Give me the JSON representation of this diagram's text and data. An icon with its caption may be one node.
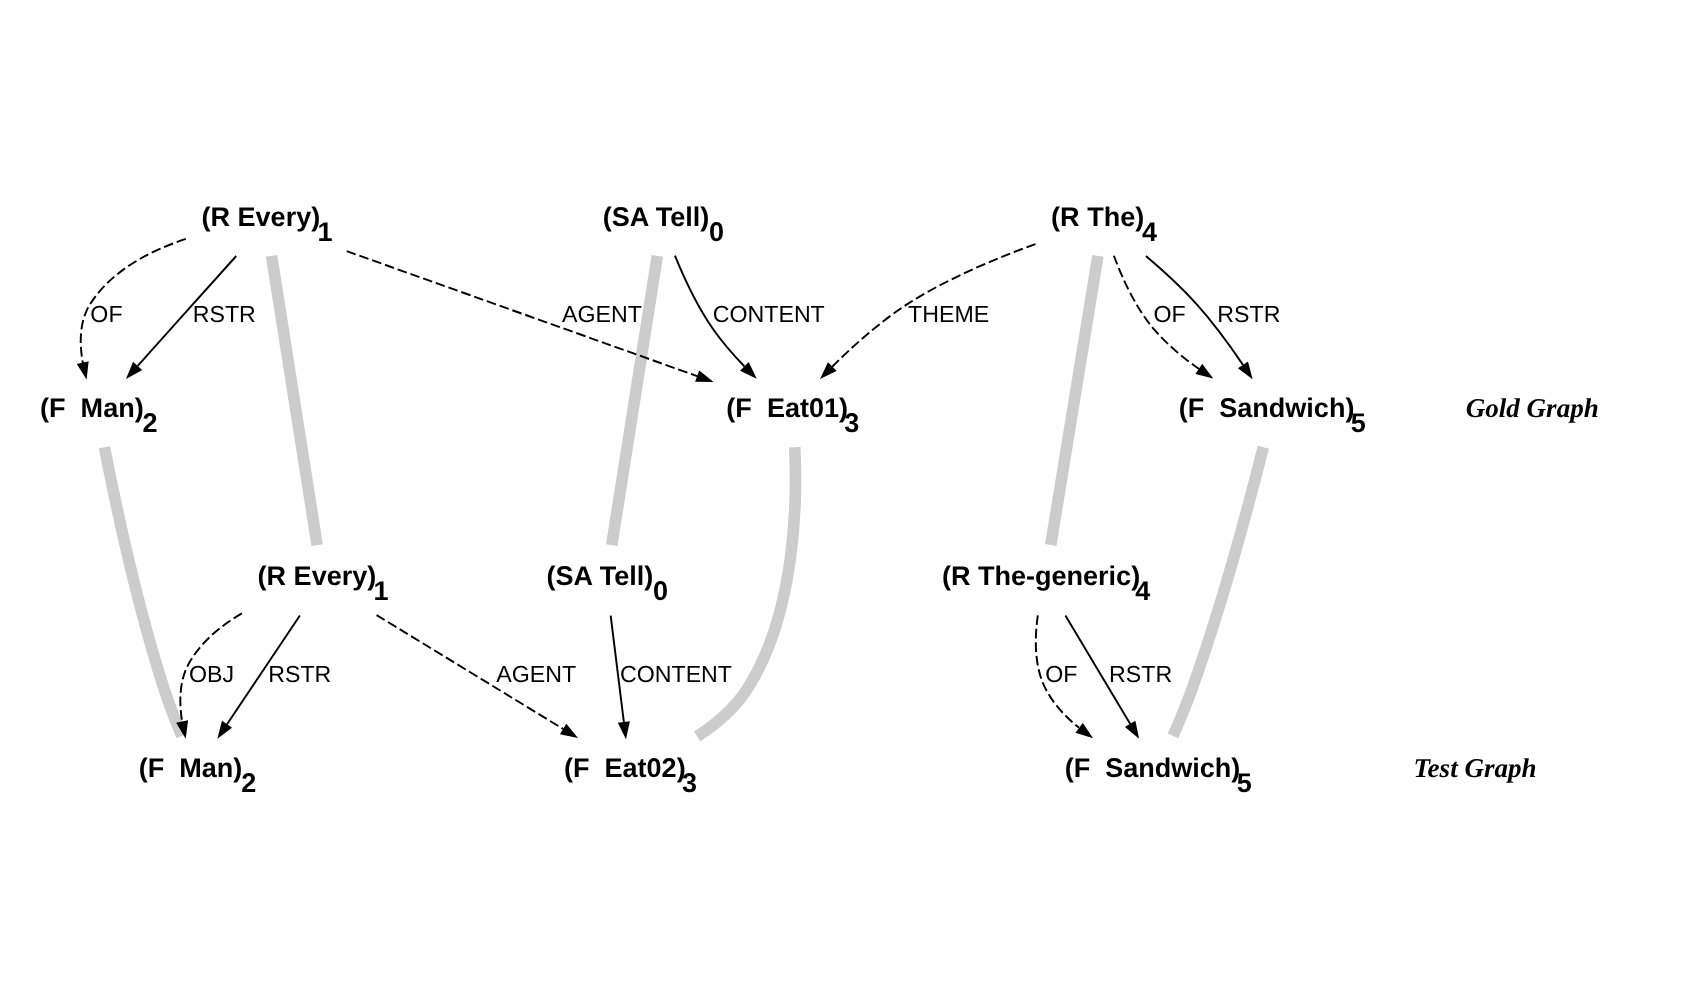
{
  "diagram": {
    "nodes": [
      {
        "text": [
          "(SA Tell)$_{0}$"
        ]
      },
      {
        "text": [
          "(R Every)$_{1}$"
        ]
      },
      {
        "text": [
          "(F  Man)$_{2}$"
        ]
      },
      {
        "text": [
          "(F  Eat01)$_{3}$"
        ]
      },
      {
        "text": [
          "(R The)$_{4}$"
        ]
      },
      {
        "text": [
          "(F  Sandwich)$_{5}$"
        ]
      },
      {
        "text": [
          "(SA Tell)$_{0}$"
        ]
      },
      {
        "text": [
          "(R Every)$_{1}$"
        ]
      },
      {
        "text": [
          "(F  Man)$_{2}$"
        ]
      },
      {
        "text": [
          "(F  Eat02)$_{3}$"
        ]
      },
      {
        "text": [
          "(R The-generic)$_{4}$"
        ]
      },
      {
        "text": [
          "(F  Sandwich)$_{5}$"
        ]
      }
    ],
    "edges": [
      {
        "from": 1,
        "to": 2,
        "arrow": "to",
        "label": "OF",
        "style": "dashed"
      },
      {
        "from": 1,
        "to": 2,
        "arrow": "to",
        "label": "RSTR"
      },
      {
        "from": 1,
        "to": 3,
        "arrow": "to",
        "label": "AGENT",
        "style": "dashed"
      },
      {
        "from": 0,
        "to": 3,
        "arrow": "to",
        "label": "CONTENT"
      },
      {
        "from": 4,
        "to": 3,
        "arrow": "to",
        "label": "THEME",
        "style": "dashed"
      },
      {
        "from": 4,
        "to": 5,
        "arrow": "to",
        "label": "OF",
        "style": "dashed"
      },
      {
        "from": 4,
        "to": 5,
        "arrow": "to",
        "label": "RSTR"
      },
      {
        "from": 7,
        "to": 8,
        "arrow": "to",
        "label": "OBJ",
        "style": "dashed"
      },
      {
        "from": 7,
        "to": 8,
        "arrow": "to",
        "label": "RSTR"
      },
      {
        "from": 7,
        "to": 9,
        "arrow": "to",
        "label": "AGENT",
        "style": "dashed"
      },
      {
        "from": 6,
        "to": 9,
        "arrow": "to",
        "label": "CONTENT"
      },
      {
        "from": 10,
        "to": 11,
        "arrow": "to",
        "label": "RSTR"
      },
      {
        "from": 10,
        "to": 11,
        "arrow": "to",
        "label": "OF",
        "style": "dashed"
      },
      {
        "from": 0,
        "to": 6,
        "arrow": "none",
        "style": "thick",
        "color": "#cccccc"
      },
      {
        "from": 1,
        "to": 7,
        "arrow": "none",
        "style": "thick",
        "color": "#cccccc"
      },
      {
        "from": 2,
        "to": 8,
        "arrow": "none",
        "style": "thick",
        "color": "#cccccc"
      },
      {
        "from": 3,
        "to": 9,
        "arrow": "none",
        "style": "thick",
        "color": "#cccccc"
      },
      {
        "from": 4,
        "to": 10,
        "arrow": "none",
        "style": "thick",
        "color": "#cccccc"
      },
      {
        "from": 5,
        "to": 11,
        "arrow": "none",
        "style": "thick",
        "color": "#cccccc"
      }
    ],
    "labels": [
      "Gold Graph",
      "Test Graph"
    ]
  }
}
